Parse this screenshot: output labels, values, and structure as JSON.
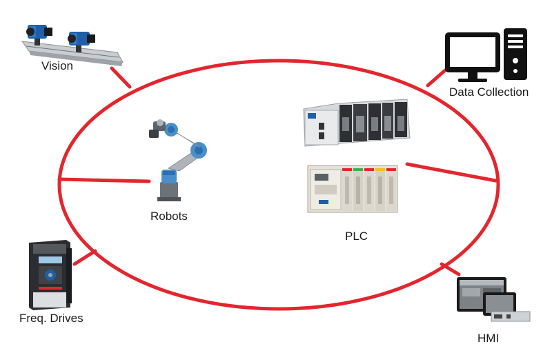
{
  "network": {
    "ring_color": "#e3262e"
  },
  "nodes": {
    "vision": {
      "label": "Vision",
      "icon": "industrial-camera-rail"
    },
    "data_collection": {
      "label": "Data Collection",
      "icon": "desktop-computer"
    },
    "robots": {
      "label": "Robots",
      "icon": "robot-arm"
    },
    "plc": {
      "label": "PLC",
      "icon": "plc-modules"
    },
    "freq_drives": {
      "label": "Freq. Drives",
      "icon": "frequency-drive"
    },
    "hmi": {
      "label": "HMI",
      "icon": "hmi-panel"
    }
  }
}
